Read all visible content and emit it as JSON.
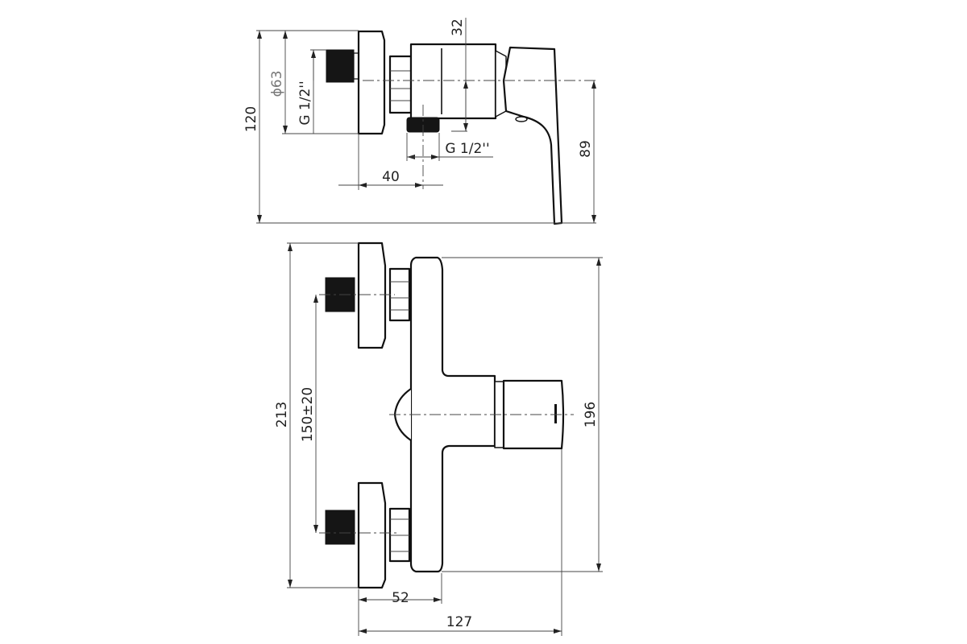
{
  "side_view": {
    "dims": {
      "height_total": "120",
      "knob_diameter": "ϕ63",
      "inlet_thread": "G 1/2''",
      "body_offset": "32",
      "outlet_thread": "G 1/2''",
      "outlet_distance": "40",
      "handle_height": "89"
    }
  },
  "front_view": {
    "dims": {
      "height_total": "213",
      "inlet_spacing": "150±20",
      "body_height": "196",
      "body_depth": "52",
      "total_depth": "127"
    }
  }
}
